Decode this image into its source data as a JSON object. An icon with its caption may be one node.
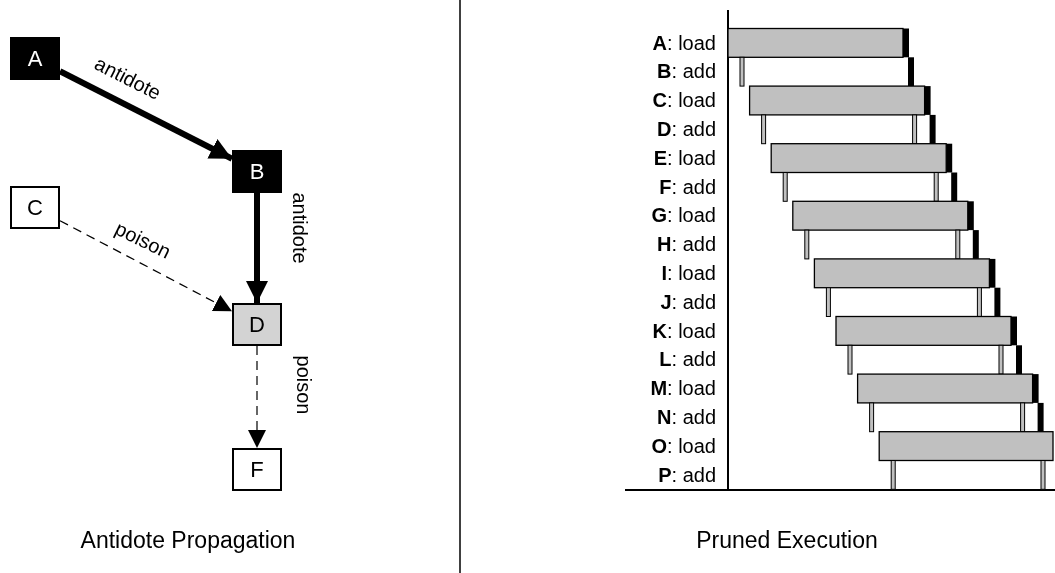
{
  "diagram": {
    "nodes": [
      {
        "text": [
          "A"
        ]
      },
      {
        "text": [
          "B"
        ]
      },
      {
        "text": [
          "C"
        ]
      },
      {
        "text": [
          "D"
        ]
      },
      {
        "text": [
          "F"
        ]
      }
    ],
    "edges": [
      {
        "from": 0,
        "to": 1,
        "arrow": "to",
        "label": "antidote",
        "style": "thick"
      },
      {
        "from": 1,
        "to": 3,
        "arrow": "to",
        "label": "antidote",
        "style": "thick"
      },
      {
        "from": 2,
        "to": 3,
        "arrow": "to",
        "label": "poison",
        "style": "dashed"
      },
      {
        "from": 3,
        "to": 4,
        "arrow": "to",
        "label": "poison",
        "style": "dashed"
      }
    ],
    "labels": [
      "Antidote Propagation",
      "Pruned Execution",
      "**A**: load",
      "**B**: add",
      "**C**: load",
      "**D**: add",
      "**E**: load",
      "**F**: add",
      "**G**: load",
      "**H**: add",
      "**I**: load",
      "**J**: add",
      "**K**: load",
      "**L**: add",
      "**M**: load",
      "**N**: add",
      "**O**: load",
      "**P**: add"
    ]
  }
}
